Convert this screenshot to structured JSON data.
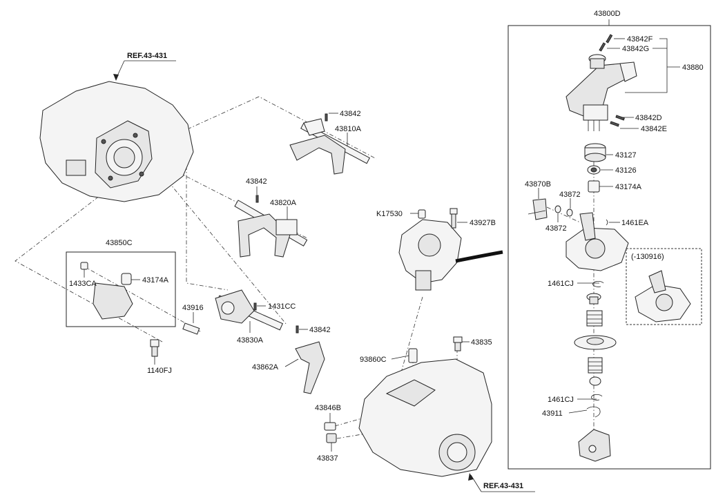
{
  "refs": {
    "top": "REF.43-431",
    "bottom": "REF.43-431"
  },
  "labels": {
    "p43800D": "43800D",
    "p43842F": "43842F",
    "p43842G": "43842G",
    "p43880": "43880",
    "p43842D": "43842D",
    "p43842E": "43842E",
    "p43127": "43127",
    "p43126": "43126",
    "p43174A_r": "43174A",
    "p43870B": "43870B",
    "p43872_a": "43872",
    "p43872_b": "43872",
    "p1461EA": "1461EA",
    "p130916": "(-130916)",
    "p1461CJ_a": "1461CJ",
    "p1461CJ_b": "1461CJ",
    "p43911": "43911",
    "p43842_a": "43842",
    "p43810A": "43810A",
    "p43842_b": "43842",
    "p43820A": "43820A",
    "pK17530": "K17530",
    "p43927B": "43927B",
    "p43850C": "43850C",
    "p1433CA": "1433CA",
    "p43174A_l": "43174A",
    "p43916": "43916",
    "p1431CC": "1431CC",
    "p43842_c": "43842",
    "p43830A": "43830A",
    "p43862A": "43862A",
    "p1140FJ": "1140FJ",
    "p43835": "43835",
    "p93860C": "93860C",
    "p43846B": "43846B",
    "p43837": "43837"
  }
}
